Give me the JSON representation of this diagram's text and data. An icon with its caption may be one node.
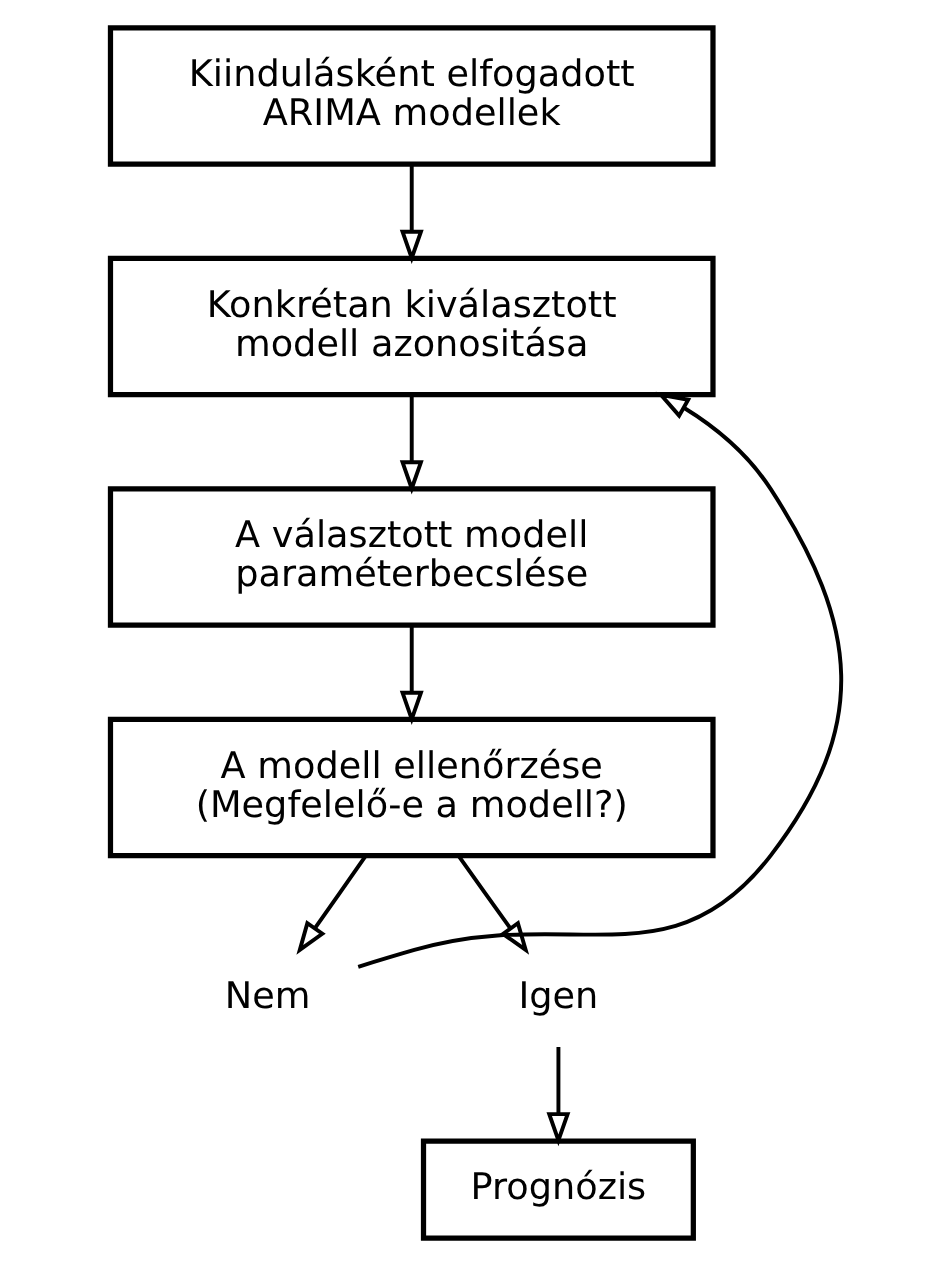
{
  "diagram": {
    "nodes": [
      {
        "text": [
          "Kiindulásként elfogadott ARIMA modellek"
        ]
      },
      {
        "text": [
          "Konkrétan kiválasztott modell azonositása"
        ]
      },
      {
        "text": [
          "A választott modell paraméterbecslése"
        ]
      },
      {
        "text": [
          "A modell ellenőrzése (Megfelelő-e a modell?)"
        ]
      },
      {
        "text": [
          "Nem"
        ]
      },
      {
        "text": [
          "Igen"
        ]
      },
      {
        "text": [
          "Prognózis"
        ]
      }
    ],
    "edges": [
      {
        "from": 0,
        "to": 1,
        "arrow": "to"
      },
      {
        "from": 1,
        "to": 2,
        "arrow": "to"
      },
      {
        "from": 2,
        "to": 3,
        "arrow": "to"
      },
      {
        "from": 3,
        "to": 4,
        "arrow": "to"
      },
      {
        "from": 3,
        "to": 5,
        "arrow": "to"
      },
      {
        "from": 4,
        "to": 1,
        "arrow": "to"
      },
      {
        "from": 5,
        "to": 6,
        "arrow": "to"
      }
    ]
  }
}
